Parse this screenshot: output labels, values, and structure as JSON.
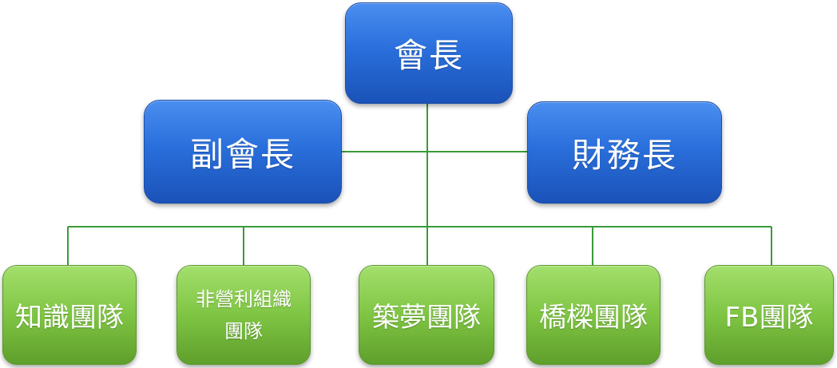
{
  "colors": {
    "connector": "#3a9a3a",
    "blue_box": "#2a6fdc",
    "green_box": "#7fc543",
    "text": "#ffffff"
  },
  "org": {
    "president": "會長",
    "vice_president": "副會長",
    "treasurer": "財務長",
    "teams": [
      {
        "label": "知識團隊"
      },
      {
        "label_line1": "非營利組織",
        "label_line2": "團隊"
      },
      {
        "label": "築夢團隊"
      },
      {
        "label": "橋樑團隊"
      },
      {
        "label": "FB團隊"
      }
    ]
  }
}
